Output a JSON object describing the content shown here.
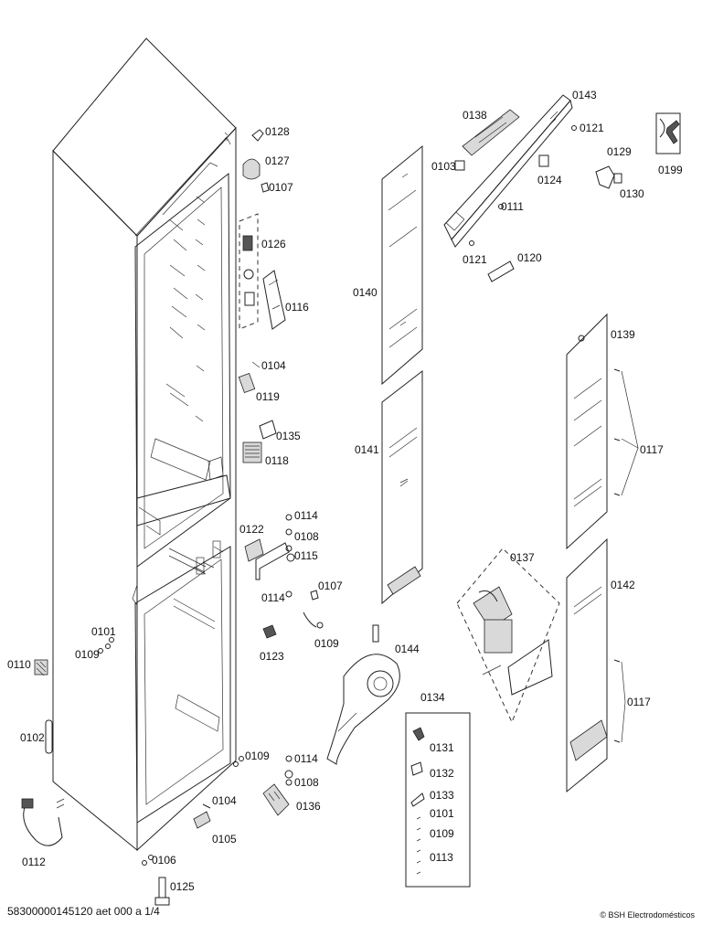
{
  "diagram": {
    "doc_code": "58300000145120 aet 000 a 1/4",
    "copyright": "© BSH Electrodomésticos",
    "labels": {
      "p0128": "0128",
      "p0127": "0127",
      "p0107a": "0107",
      "p0126": "0126",
      "p0116": "0116",
      "p0104a": "0104",
      "p0119": "0119",
      "p0135": "0135",
      "p0118": "0118",
      "p0114a": "0114",
      "p0122": "0122",
      "p0108a": "0108",
      "p0115": "0115",
      "p0107b": "0107",
      "p0114b": "0114",
      "p0123": "0123",
      "p0109a": "0109",
      "p0101": "0101",
      "p0109b": "0109",
      "p0110": "0110",
      "p0102": "0102",
      "p0109c": "0109",
      "p0114c": "0114",
      "p0108b": "0108",
      "p0136": "0136",
      "p0104b": "0104",
      "p0105": "0105",
      "p0106": "0106",
      "p0112": "0112",
      "p0125": "0125",
      "p0138": "0138",
      "p0143": "0143",
      "p0121a": "0121",
      "p0103": "0103",
      "p0124": "0124",
      "p0111": "0111",
      "p0129": "0129",
      "p0130": "0130",
      "p0199": "0199",
      "p0121b": "0121",
      "p0120": "0120",
      "p0140": "0140",
      "p0139": "0139",
      "p0141": "0141",
      "p0117a": "0117",
      "p0137": "0137",
      "p0142": "0142",
      "p0144": "0144",
      "p0117b": "0117",
      "p0134": "0134",
      "p0131": "0131",
      "p0132": "0132",
      "p0133": "0133",
      "p0101b": "0101",
      "p0109d": "0109",
      "p0113": "0113"
    }
  }
}
